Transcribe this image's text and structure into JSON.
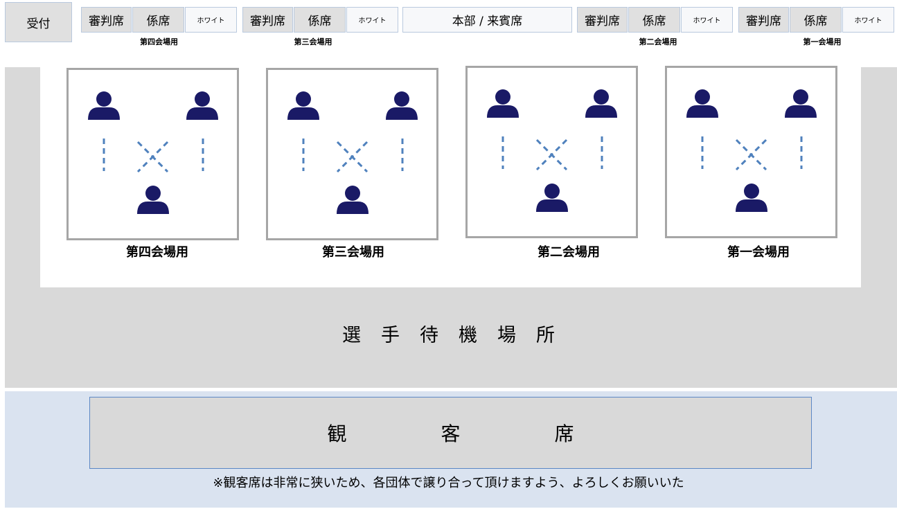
{
  "top_bar": {
    "reception": "受付",
    "hq": "本部 / 来賓席",
    "groups": [
      {
        "referee": "審判席",
        "clerk": "係席",
        "white": "ホワイト",
        "label": "第四会場用"
      },
      {
        "referee": "審判席",
        "clerk": "係席",
        "white": "ホワイト",
        "label": "第三会場用"
      },
      {
        "referee": "審判席",
        "clerk": "係席",
        "white": "ホワイト",
        "label": "第二会場用"
      },
      {
        "referee": "審判席",
        "clerk": "係席",
        "white": "ホワイト",
        "label": "第一会場用"
      }
    ]
  },
  "courts": [
    {
      "label": "第四会場用",
      "icons": [
        "person-icon",
        "person-icon",
        "person-icon"
      ]
    },
    {
      "label": "第三会場用",
      "icons": [
        "person-icon",
        "person-icon",
        "person-icon"
      ]
    },
    {
      "label": "第二会場用",
      "icons": [
        "person-icon",
        "person-icon",
        "person-icon"
      ]
    },
    {
      "label": "第一会場用",
      "icons": [
        "person-icon",
        "person-icon",
        "person-icon"
      ]
    }
  ],
  "waiting_area": {
    "label": "選手待機場所"
  },
  "audience": {
    "label": "観客席",
    "note": "※観客席は非常に狭いため、各団体で譲り合って頂けますよう、よろしくお願いいた"
  },
  "colors": {
    "person_icon": "#1a1a66",
    "dashed_line": "#4f81bd",
    "top_box_fill": "#e0e0e0",
    "top_box_border": "#b9c9de",
    "waiting_area": "#d9d9d9",
    "audience_area": "#dae3f0",
    "audience_box_border": "#5b87c5",
    "court_border": "#a6a6a6"
  }
}
